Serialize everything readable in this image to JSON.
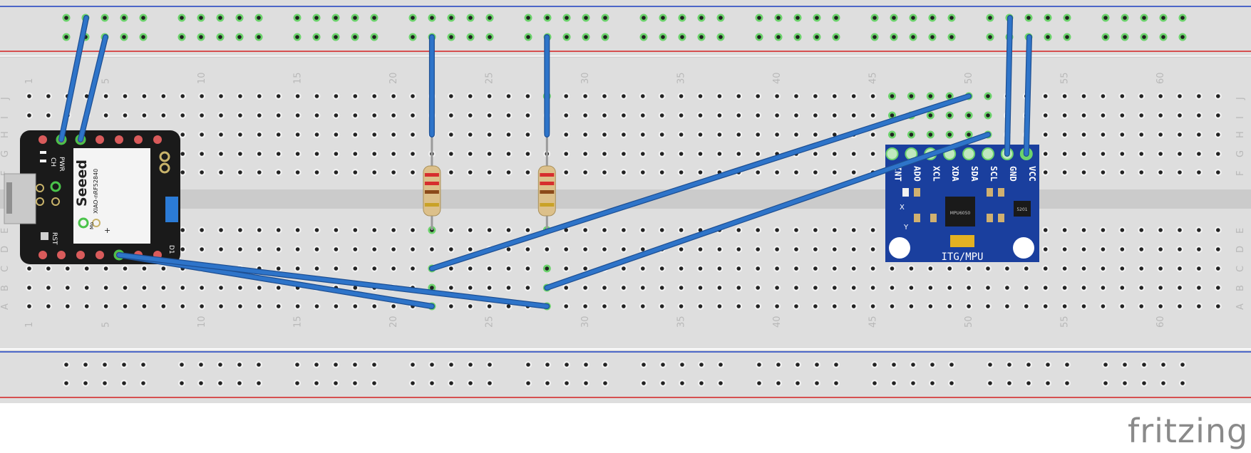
{
  "breadboard": {
    "columns": 63,
    "column_labels": [
      "1",
      "5",
      "10",
      "15",
      "20",
      "25",
      "30",
      "35",
      "40",
      "45",
      "50",
      "55",
      "60"
    ],
    "row_labels_top": [
      "J",
      "I",
      "H",
      "G",
      "F"
    ],
    "row_labels_bottom": [
      "E",
      "D",
      "C",
      "B",
      "A"
    ]
  },
  "xiao": {
    "brand": "Seeed",
    "model": "XIAO-nRF52840",
    "pwr_label": "PWR",
    "ch_label": "CH",
    "rst_label": "RST",
    "plus_label": "+",
    "mode_label": "Mo",
    "d1_label": "D1"
  },
  "mpu": {
    "title": "ITG/MPU",
    "pins": [
      "INT",
      "ADO",
      "XCL",
      "XDA",
      "SDA",
      "SCL",
      "GND",
      "VCC"
    ],
    "axis_x": "X",
    "axis_y": "Y",
    "chip_text": "MPU6050",
    "reg_text": "5201"
  },
  "resistors": [
    {
      "name": "resistor-1",
      "bands": [
        "#d62e2e",
        "#d62e2e",
        "#8b4a1a",
        "#c9a227"
      ]
    },
    {
      "name": "resistor-2",
      "bands": [
        "#d62e2e",
        "#d62e2e",
        "#8b4a1a",
        "#c9a227"
      ]
    }
  ],
  "colors": {
    "wire": "#2e74c9",
    "board_bg": "#dcdcdc",
    "rail_red": "#d32020",
    "rail_blue": "#1c3fbf",
    "active_hole": "#6cd36c",
    "mpu_board": "#1a3f9e"
  },
  "logo": "fritzing"
}
